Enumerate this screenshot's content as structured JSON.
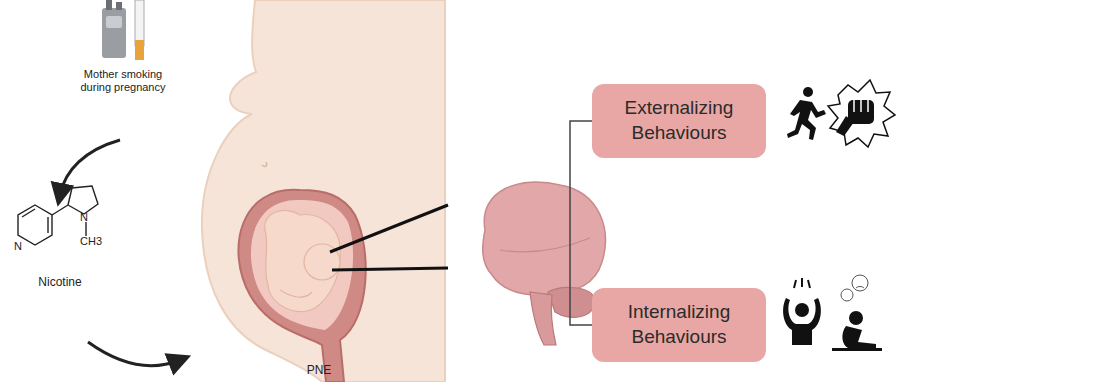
{
  "diagram": {
    "nodes": [
      {
        "text": [
          "Externalizing Behaviours"
        ]
      },
      {
        "text": [
          "Internalizing Behaviours"
        ]
      }
    ],
    "labels": [
      "Mother smoking during pregnancy",
      "N",
      "N",
      "CH3",
      "Nicotine",
      "PNE"
    ]
  }
}
